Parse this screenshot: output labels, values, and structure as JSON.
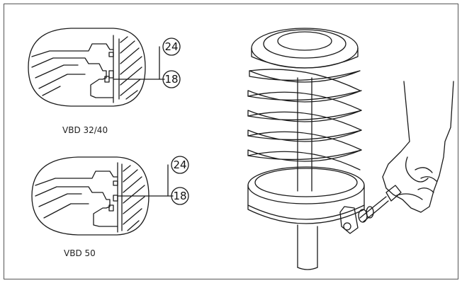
{
  "detail_top": {
    "caption": "VBD 32/40",
    "callouts": [
      "24",
      "18"
    ]
  },
  "detail_bottom": {
    "caption": "VBD 50",
    "callouts": [
      "24",
      "18"
    ]
  },
  "colors": {
    "line": "#1a1a1a",
    "border": "#555555",
    "background": "#ffffff"
  }
}
